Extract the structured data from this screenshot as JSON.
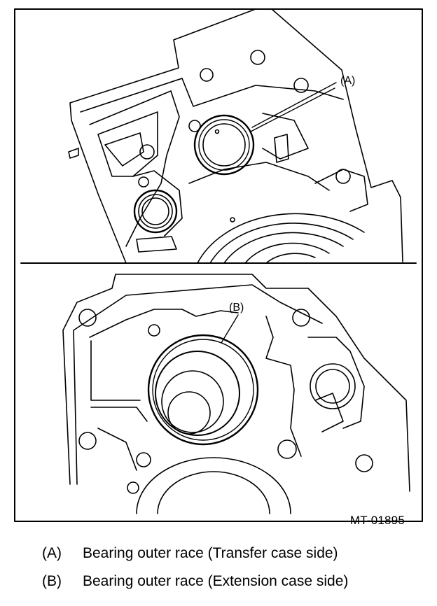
{
  "figure": {
    "id_label": "MT-01895",
    "callouts": [
      {
        "key": "(A)"
      },
      {
        "key": "(B)"
      }
    ]
  },
  "legend": [
    {
      "key": "(A)",
      "text": "Bearing outer race (Transfer case side)"
    },
    {
      "key": "(B)",
      "text": "Bearing outer race (Extension case side)"
    }
  ]
}
